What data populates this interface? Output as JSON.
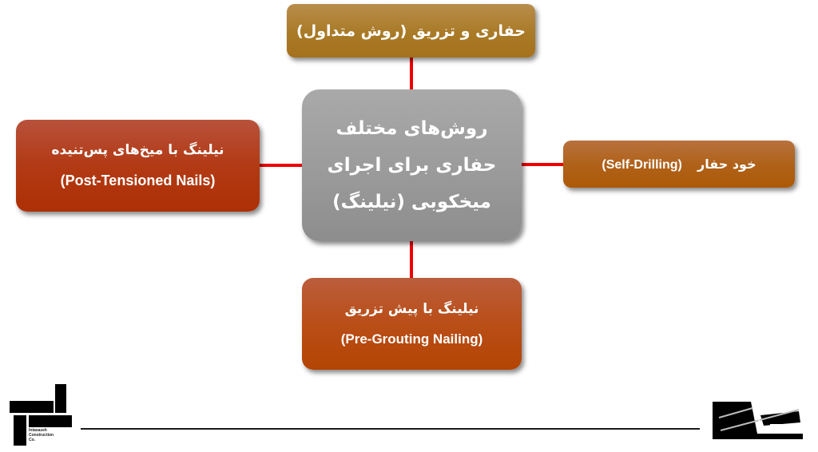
{
  "diagram": {
    "center": {
      "lines": [
        "روش‌های مختلف",
        "حفاری برای اجرای",
        "میخکوبی (نیلینگ)"
      ],
      "color": "#9c9c9c"
    },
    "top": {
      "fa": "حفاری و تزریق (روش متداول)",
      "color": "#a97a27"
    },
    "left": {
      "fa": "نیلینگ با میخ‌های پس‌تنیده",
      "en": "(Post-Tensioned Nails)",
      "color": "#b23a14"
    },
    "right": {
      "fa": "خود حفار",
      "en": "(Self-Drilling)",
      "color": "#b0621a"
    },
    "bottom": {
      "fa": "نیلینگ با پیش تزریق",
      "en": "(Pre-Grouting Nailing)",
      "color": "#b94e18"
    },
    "connector_color": "#ee0000"
  },
  "footer": {
    "left_logo": {
      "icon": "company-logo-blocks",
      "text_lines": [
        "Intasazeh",
        "Construction",
        "Co."
      ]
    },
    "right_logo": {
      "icon": "excavation-soil-nailing-icon"
    }
  }
}
